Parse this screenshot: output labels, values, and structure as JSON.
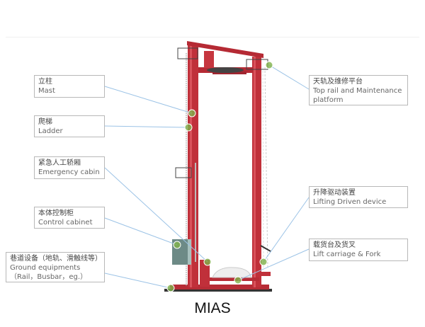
{
  "title": "MIAS",
  "labels": {
    "mast": {
      "zh": "立柱",
      "en": "Mast"
    },
    "ladder": {
      "zh": "爬梯",
      "en": "Ladder"
    },
    "emergency_cabin": {
      "zh": "紧急人工轿厢",
      "en": "Emergency cabin"
    },
    "control_cabinet": {
      "zh": "本体控制柜",
      "en": "Control cabinet"
    },
    "ground_equipments": {
      "zh": "巷道设备（地轨、滑触线等）",
      "en": "Ground equipments",
      "en2": "（Rail，Busbar，eg.）"
    },
    "top_rail": {
      "zh": "天轨及维修平台",
      "en": "Top rail and Maintenance",
      "en2": "platform"
    },
    "lifting_device": {
      "zh": "升降驱动装置",
      "en": "Lifting Driven device"
    },
    "lift_carriage": {
      "zh": "载货台及货叉",
      "en": "Lift carriage & Fork"
    }
  },
  "colors": {
    "frame": "#c0303a",
    "leader": "#9cc3e6",
    "marker": "#7fb24a"
  }
}
